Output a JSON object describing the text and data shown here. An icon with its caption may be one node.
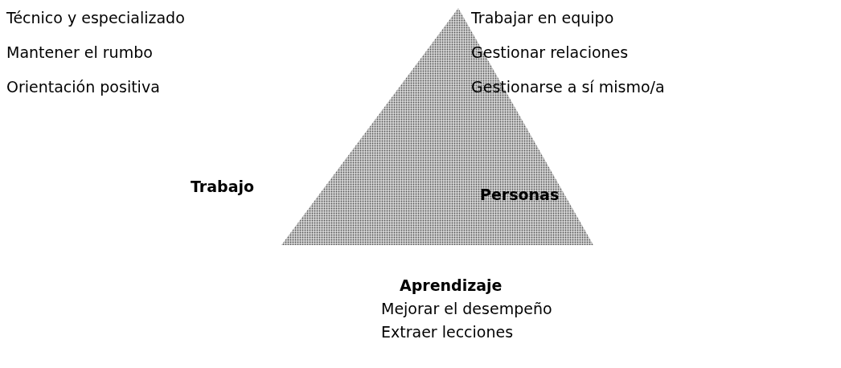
{
  "diagram": {
    "labels": [
      "Técnico y especializado",
      "Trabajar en equipo",
      "Mantener el rumbo",
      "Gestionar relaciones",
      "Orientación positiva",
      "Gestionarse a sí mismo/a",
      "Trabajo",
      "Personas",
      "Aprendizaje",
      "Mejorar el desempeño",
      "Extraer lecciones"
    ]
  }
}
